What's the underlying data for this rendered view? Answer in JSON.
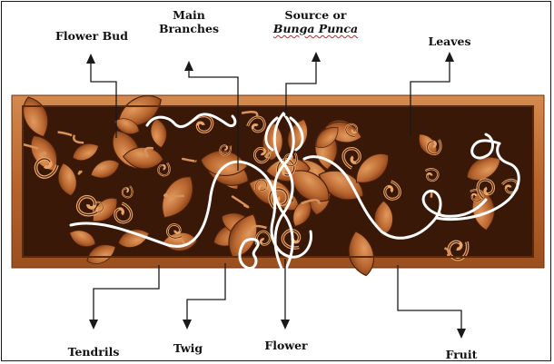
{
  "labels": {
    "flower_bud": "Flower Bud",
    "main_branches_line1": "Main",
    "main_branches_line2": "Branches",
    "source_line1": "Source or",
    "source_line2": "Bunga Punca",
    "leaves": "Leaves",
    "tendrils": "Tendrils",
    "twig": "Twig",
    "flower": "Flower",
    "fruit": "Fruit"
  },
  "colors": {
    "panel_wood": "#b5652e",
    "frame_wood": "#c4753c",
    "carving_dark": "#4a1f0a",
    "overlay_line": "#ffffff",
    "leader_line": "#1a1a1a"
  }
}
